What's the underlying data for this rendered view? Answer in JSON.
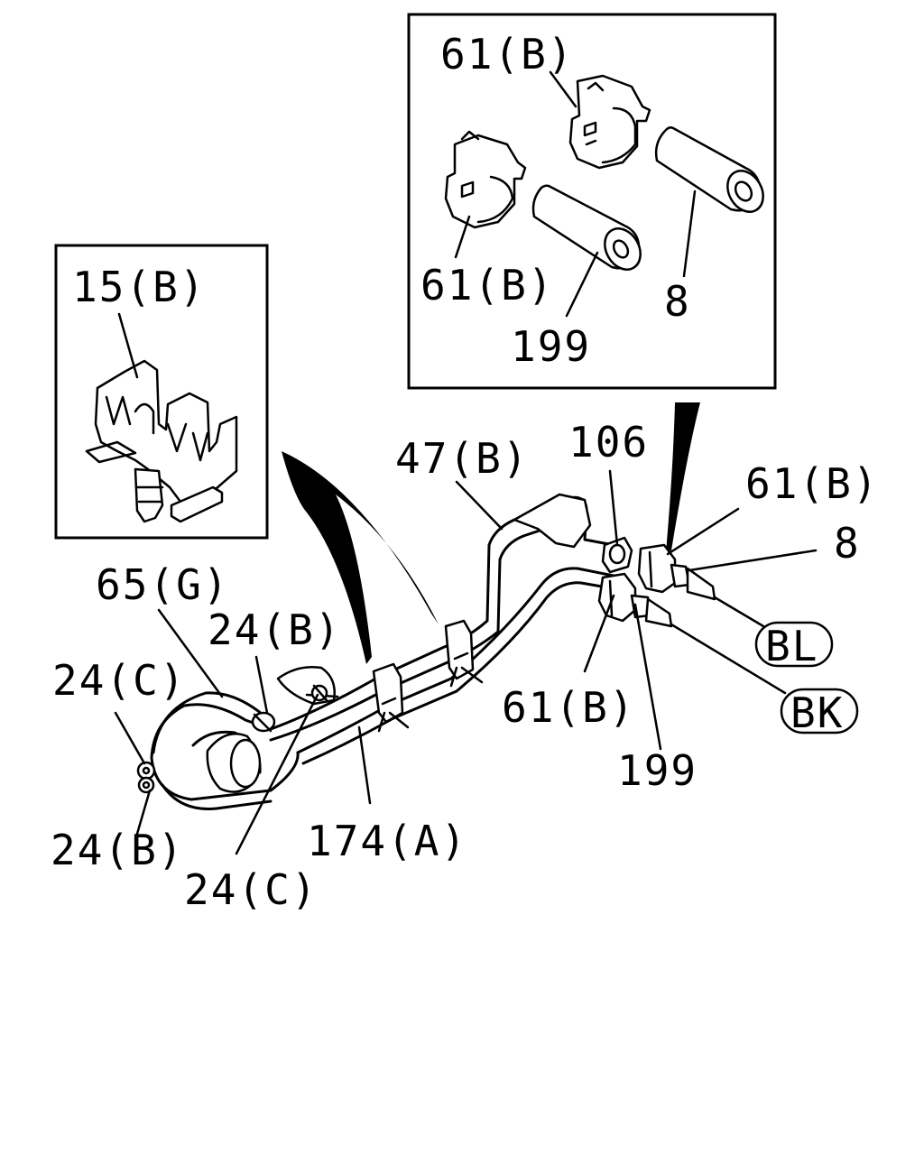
{
  "callouts": {
    "inset_top_61b_upper": "61(B)",
    "inset_top_61b_lower": "61(B)",
    "inset_top_199": "199",
    "inset_top_8": "8",
    "inset_left_15b": "15(B)",
    "main_47b": "47(B)",
    "main_106": "106",
    "main_61b_right": "61(B)",
    "main_8": "8",
    "main_65g": "65(G)",
    "main_24b_top": "24(B)",
    "main_24c_left": "24(C)",
    "main_24b_bottom": "24(B)",
    "main_24c_bottom": "24(C)",
    "main_174a": "174(A)",
    "main_61b_bottom": "61(B)",
    "main_199": "199"
  },
  "connectors": {
    "bl": "BL",
    "bk": "BK"
  },
  "colors": {
    "ink": "#000000",
    "paper": "#ffffff"
  }
}
